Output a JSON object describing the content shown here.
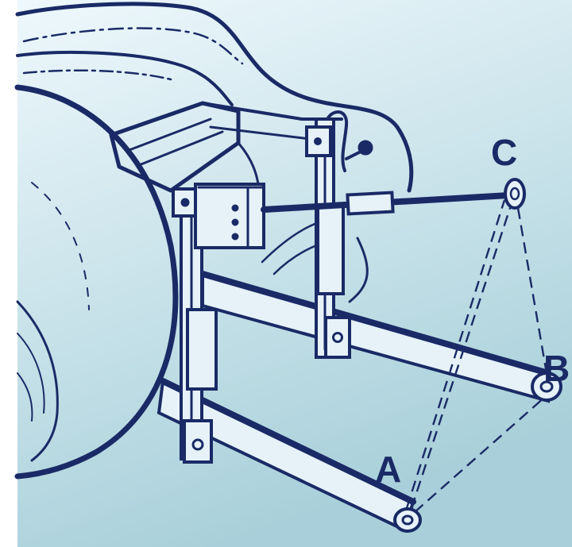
{
  "labels": {
    "point_a": "A",
    "point_b": "B",
    "point_c": "C"
  },
  "colors": {
    "ink": "#1a2a66",
    "background_top": "#eaf6fb",
    "background_bottom": "#a7ced9"
  }
}
